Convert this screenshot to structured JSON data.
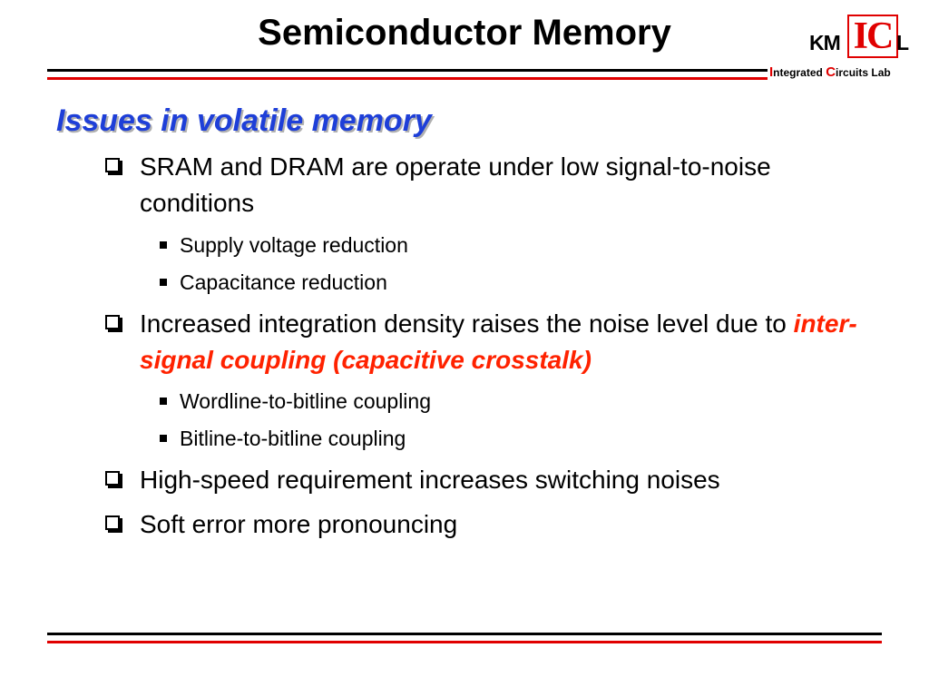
{
  "title": "Semiconductor Memory",
  "logo": {
    "km": "KM",
    "ic": "IC",
    "l": "L",
    "subtitle_parts": [
      "I",
      "ntegrated ",
      "C",
      "ircuits Lab"
    ]
  },
  "heading": "Issues in volatile memory",
  "bullets": [
    {
      "text": "SRAM and DRAM are operate under low signal-to-noise conditions",
      "sub": [
        "Supply voltage reduction",
        "Capacitance reduction"
      ]
    },
    {
      "text": "Increased integration density raises the noise level due to",
      "accent": "inter-signal coupling (capacitive crosstalk)",
      "sub": [
        "Wordline-to-bitline coupling",
        "Bitline-to-bitline coupling"
      ]
    },
    {
      "text": "High-speed requirement increases switching noises"
    },
    {
      "text": "Soft error more pronouncing"
    }
  ],
  "colors": {
    "heading": "#1e3fd8",
    "accent": "#ff2200",
    "rule_red": "#e00000",
    "rule_black": "#000000"
  }
}
